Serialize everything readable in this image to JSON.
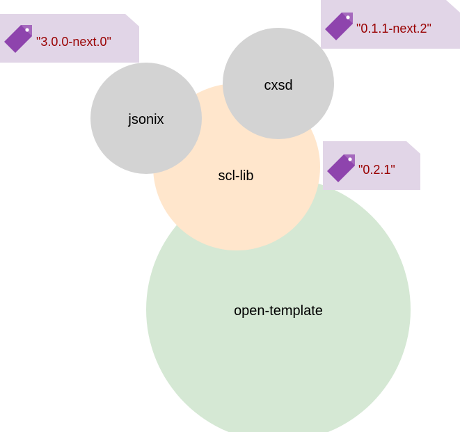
{
  "colors": {
    "open_template_fill": "#d5e8d4",
    "scl_lib_fill": "#ffe6cc",
    "dependency_fill": "#d3d3d3",
    "tag_fill": "#e1d5e7",
    "tag_icon": "#8e44ad",
    "tag_text": "#990000"
  },
  "nodes": {
    "open_template": "open-template",
    "scl_lib": "scl-lib",
    "jsonix": "jsonix",
    "cxsd": "cxsd"
  },
  "tags": {
    "jsonix_version": "\"3.0.0-next.0\"",
    "cxsd_version": "\"0.1.1-next.2\"",
    "scl_lib_version": "\"0.2.1\""
  },
  "icons": {
    "tag_icon": "tag-icon"
  }
}
